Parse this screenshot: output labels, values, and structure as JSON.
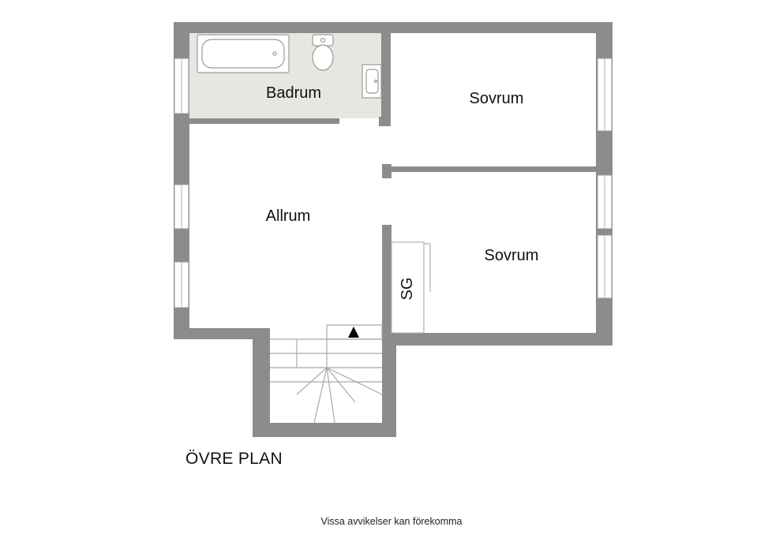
{
  "rooms": {
    "bathroom": "Badrum",
    "bedroom_top": "Sovrum",
    "living": "Allrum",
    "bedroom_bottom": "Sovrum",
    "wardrobe": "SG"
  },
  "plan_title": "ÖVRE PLAN",
  "disclaimer": "Vissa avvikelser kan förekomma",
  "colors": {
    "wall": "#8c8c8c",
    "bathroom_floor": "#e8e6e0",
    "window": "#ffffff",
    "line": "#999999"
  }
}
